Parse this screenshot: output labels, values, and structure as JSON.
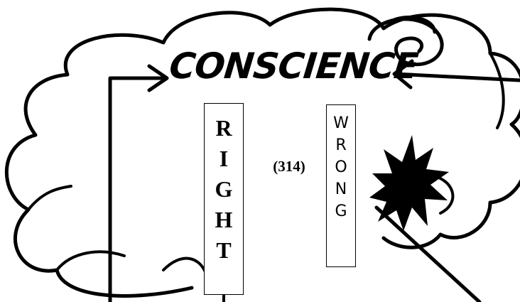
{
  "title": "CONSCIENCE",
  "right_letters": [
    "R",
    "I",
    "G",
    "H",
    "T"
  ],
  "wrong_letters": [
    "W",
    "R",
    "O",
    "N",
    "G"
  ],
  "figure_number": "(314)",
  "colors": {
    "ink": "#000000",
    "paper": "#ffffff"
  },
  "icons": [
    "cloud-outline",
    "spiral-icon",
    "starburst-icon"
  ]
}
